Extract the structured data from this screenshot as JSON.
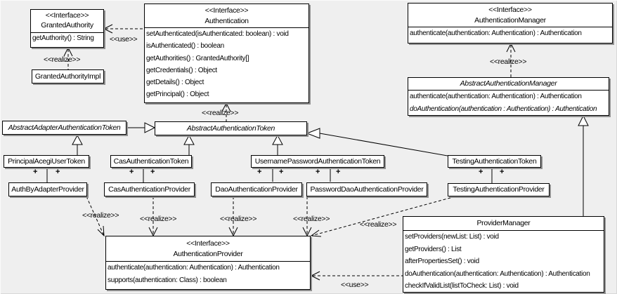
{
  "diagram": {
    "background": "#efefef",
    "box_fill": "#ffffff",
    "line_color": "#000000",
    "shadow_color": "#909090",
    "labels": {
      "realize": "<<realize>>",
      "use": "<<use>>",
      "plus": "+"
    }
  },
  "classes": {
    "granted_authority": {
      "stereotype": "<<Interface>>",
      "name": "GrantedAuthority",
      "methods": [
        "getAuthority() : String"
      ]
    },
    "granted_authority_impl": {
      "name": "GrantedAuthorityImpl"
    },
    "authentication": {
      "stereotype": "<<Interface>>",
      "name": "Authentication",
      "methods": [
        "setAuthenticated(isAuthenticated: boolean) : void",
        "isAuthenticated() : boolean",
        "getAuthorities() : GrantedAuthority[]",
        "getCredentials() : Object",
        "getDetails() : Object",
        "getPrincipal() : Object"
      ]
    },
    "authentication_manager": {
      "stereotype": "<<Interface>>",
      "name": "AuthenticationManager",
      "methods": [
        "authenticate(authentication: Authentication) : Authentication"
      ]
    },
    "abstract_authentication_manager": {
      "name": "AbstractAuthenticationManager",
      "methods": [
        "authenticate(authentication: Authentication) : Authentication",
        "doAuthentication(authentication : Authentication) : Authentication"
      ]
    },
    "abstract_adapter_authentication_token": {
      "name": "AbstractAdapterAuthenticationToken"
    },
    "abstract_authentication_token": {
      "name": "AbstractAuthenticationToken"
    },
    "principal_acegi_user_token": {
      "name": "PrincipalAcegiUserToken"
    },
    "cas_authentication_token": {
      "name": "CasAuthenticationToken"
    },
    "username_password_authentication_token": {
      "name": "UsernamePasswordAuthenticationToken"
    },
    "testing_authentication_token": {
      "name": "TestingAuthenticationToken"
    },
    "auth_by_adapter_provider": {
      "name": "AuthByAdapterProvider"
    },
    "cas_authentication_provider": {
      "name": "CasAuthenticationProvider"
    },
    "dao_authentication_provider": {
      "name": "DaoAuthenticationProvider"
    },
    "password_dao_authentication_provider": {
      "name": "PasswordDaoAuthenticationProvider"
    },
    "testing_authentication_provider": {
      "name": "TestingAuthenticationProvider"
    },
    "authentication_provider": {
      "stereotype": "<<Interface>>",
      "name": "AuthenticationProvider",
      "methods": [
        "authenticate(authentication: Authentication) : Authentication",
        "supports(authentication: Class) : boolean"
      ]
    },
    "provider_manager": {
      "name": "ProviderManager",
      "methods": [
        "setProviders(newList: List) : void",
        "getProviders() : List",
        "afterPropertiesSet() : void",
        "doAuthentication(authentication: Authentication) : Authentication",
        "checkIfValidList(listToCheck: List) : void"
      ]
    }
  }
}
